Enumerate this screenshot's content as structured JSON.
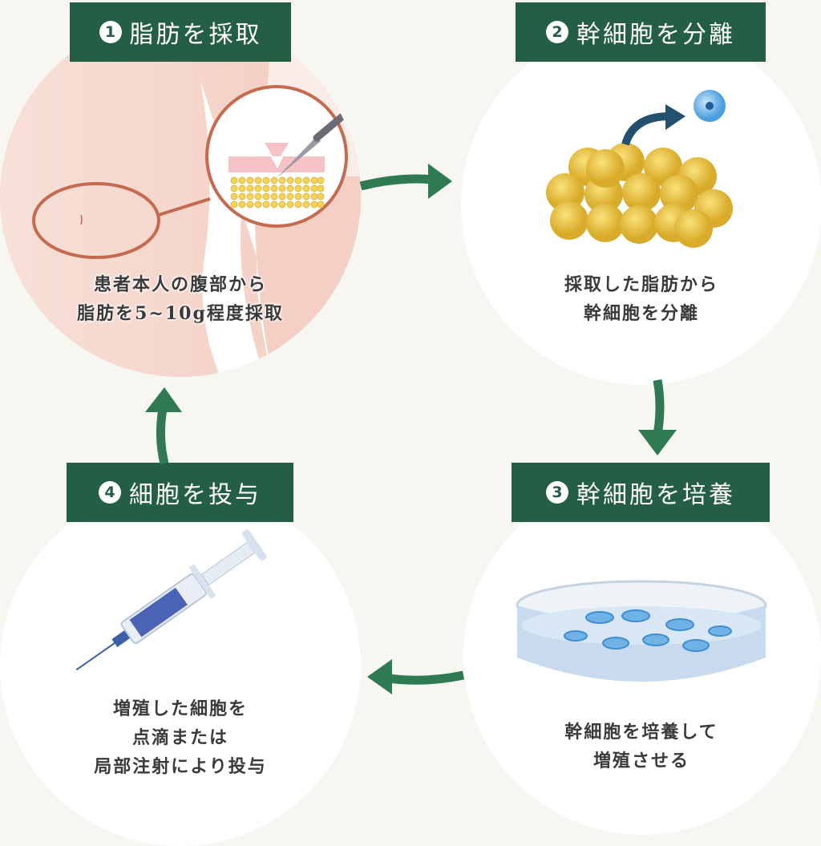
{
  "steps": [
    {
      "number": "1",
      "title": "脂肪を採取",
      "desc": [
        "患者本人の腹部から",
        "脂肪を5~10g程度採取"
      ]
    },
    {
      "number": "2",
      "title": "幹細胞を分離",
      "desc": [
        "採取した脂肪から",
        "幹細胞を分離"
      ]
    },
    {
      "number": "3",
      "title": "幹細胞を培養",
      "desc": [
        "幹細胞を培養して",
        "増殖させる"
      ]
    },
    {
      "number": "4",
      "title": "細胞を投与",
      "desc": [
        "増殖した細胞を",
        "点滴または",
        "局部注射により投与"
      ]
    }
  ],
  "colors": {
    "label": "#245e45",
    "arrow": "#2f7a52",
    "skin": "#f6d9d0",
    "fat": "#f0c84a",
    "cell": "#6fb2e6"
  }
}
